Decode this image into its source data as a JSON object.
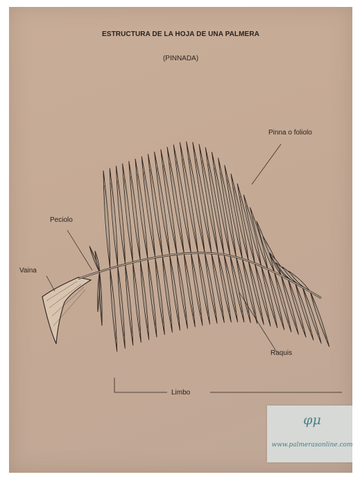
{
  "diagram": {
    "title": "ESTRUCTURA DE LA HOJA DE  UNA PALMERA",
    "subtitle": "(PINNADA)",
    "labels": {
      "pinna": "Pinna o foliolo",
      "peciolo": "Peciolo",
      "vaina": "Vaina",
      "raquis": "Raquis",
      "limbo": "Limbo"
    }
  },
  "watermark": {
    "symbol": "φμ",
    "url": "www.palmerasonline.com"
  },
  "colors": {
    "paper": "#c5aa95",
    "ink": "#2b221d",
    "leaf_fill": "#d9c4b0",
    "watermark_bg": "#d6d9d6",
    "watermark_text": "#4a7f86"
  }
}
